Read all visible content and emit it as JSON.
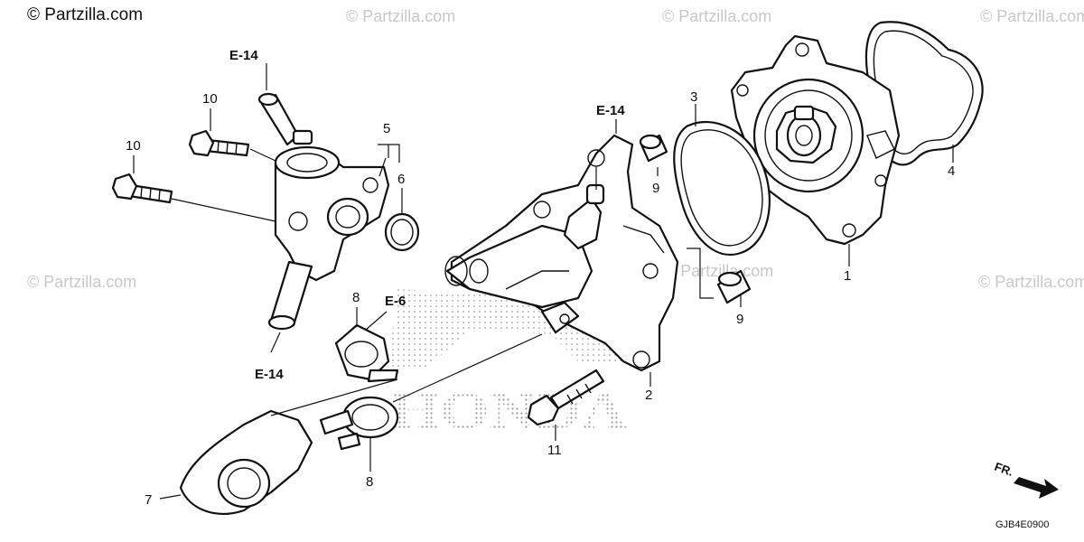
{
  "watermarks": {
    "top_left": "© Partzilla.com",
    "repeat": "© Partzilla.com"
  },
  "brand_watermark": "HONDA",
  "diagram_code": "GJB4E0900",
  "direction_label": "FR.",
  "reference_labels": {
    "e14_top_left": "E-14",
    "e14_center": "E-14",
    "e14_bottom": "E-14",
    "e6": "E-6"
  },
  "callouts": {
    "p1": "1",
    "p2": "2",
    "p3": "3",
    "p4": "4",
    "p5": "5",
    "p6": "6",
    "p7": "7",
    "p8_upper": "8",
    "p8_lower": "8",
    "p9_upper": "9",
    "p9_lower": "9",
    "p10_upper": "10",
    "p10_left": "10",
    "p11": "11"
  }
}
